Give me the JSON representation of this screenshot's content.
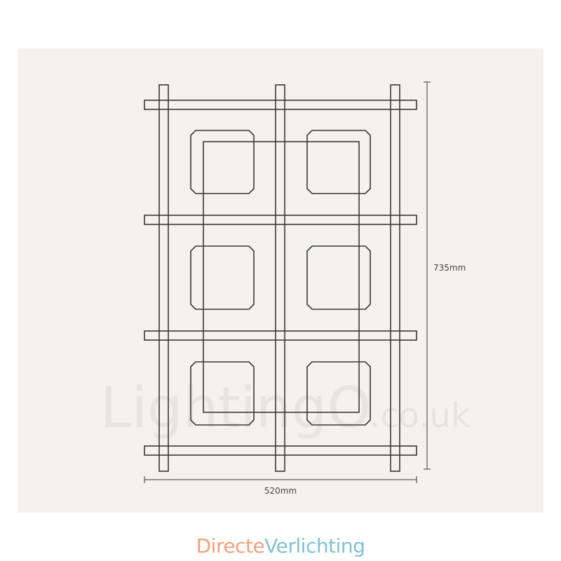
{
  "diagram": {
    "width_label": "520mm",
    "height_label": "735mm",
    "watermark": "LightingO.co.uk",
    "line_color": "#3d3733",
    "background_color": "#f5f2eb"
  },
  "footer": {
    "brand_part1": "Directe",
    "brand_part2": "Verlichting",
    "brand_color1": "#f0a17c",
    "brand_color2": "#7fc3d1"
  }
}
